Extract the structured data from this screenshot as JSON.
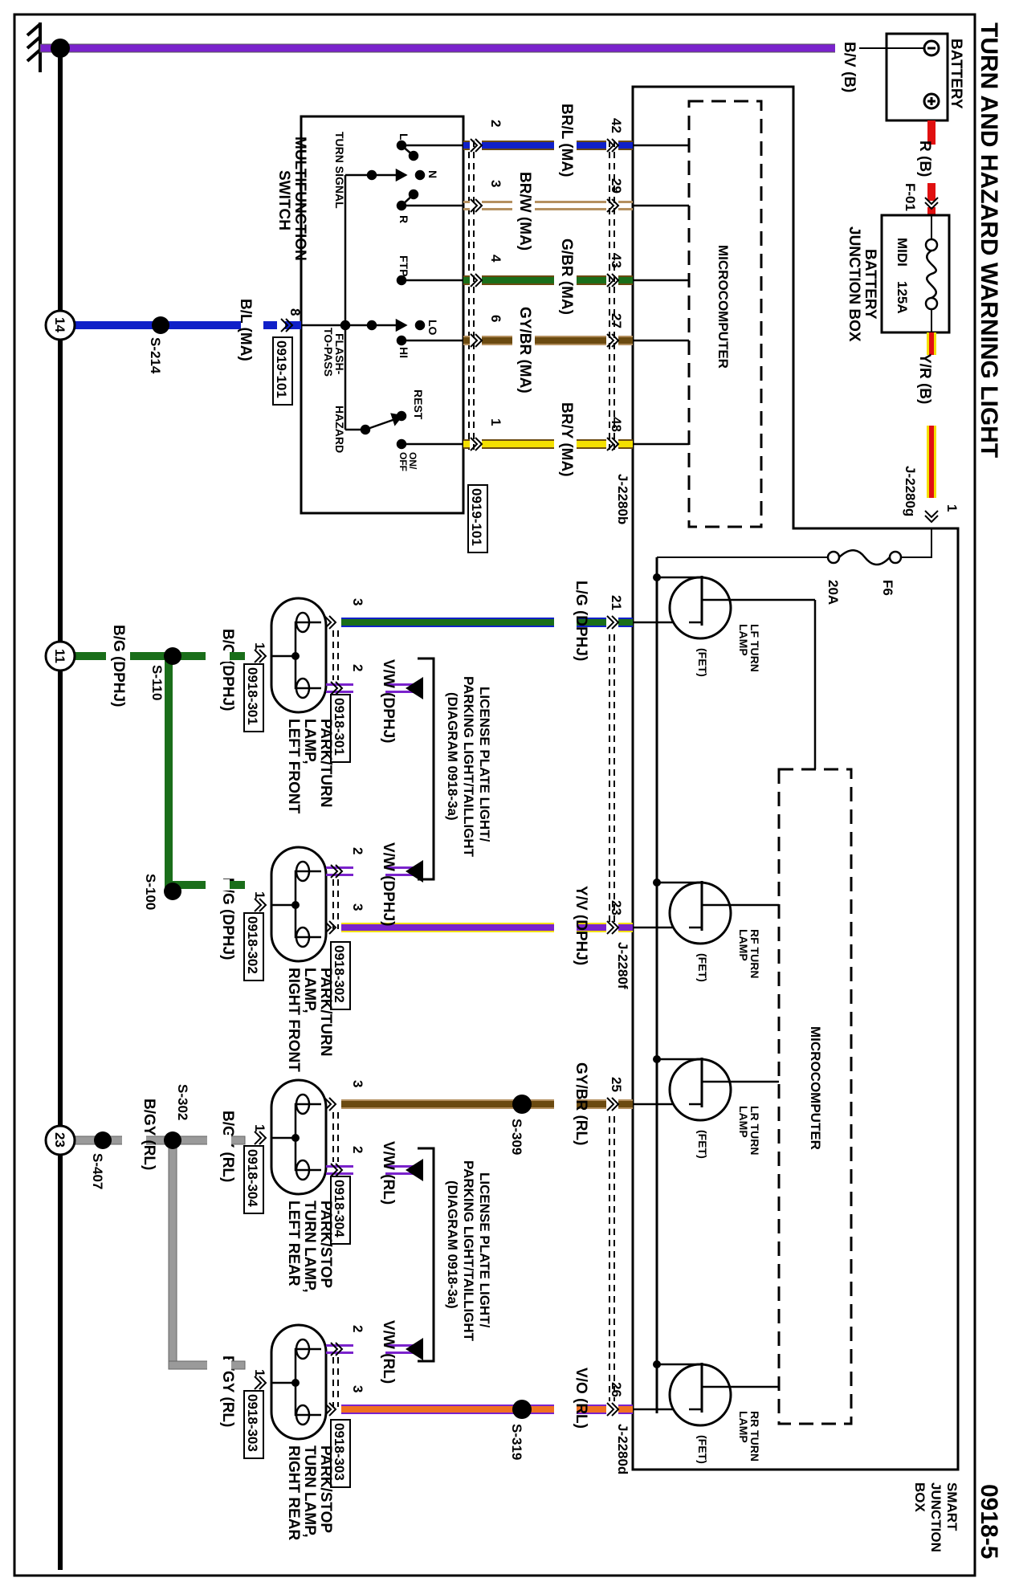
{
  "title": "TURN AND HAZARD WARNING LIGHT",
  "page_number": "0918-5",
  "colors": {
    "violet": "#7a22cc",
    "blue": "#1020c8",
    "brown": "#6b4a10",
    "green": "#1a6e1a",
    "yellow": "#f4e000",
    "red": "#e01010",
    "orange": "#f07020",
    "gray": "#9a9a9a",
    "tan": "#b49060"
  },
  "battery": {
    "label": "BATTERY",
    "neg_symbol": "⊖",
    "pos_symbol": "⊕",
    "ground_wire": "B/V (B)",
    "pos_wire": "R (B)"
  },
  "battery_junction_box": {
    "label_line1": "BATTERY",
    "label_line2": "JUNCTION BOX",
    "fuse_name": "MIDI",
    "fuse_rating": "125A",
    "connector": "F-01",
    "out_wire": "Y/R (B)"
  },
  "smart_junction_box": {
    "label_line1": "SMART",
    "label_line2": "JUNCTION",
    "label_line3": "BOX",
    "fuse_name": "F6",
    "fuse_rating": "20A",
    "feed_connector": "J-2280g",
    "feed_pin": "1",
    "microcomputer_upper": "MICROCOMPUTER",
    "microcomputer_lower": "MICROCOMPUTER",
    "lamps": [
      {
        "line1": "LF TURN",
        "line2": "LAMP",
        "type": "(FET)"
      },
      {
        "line1": "RF TURN",
        "line2": "LAMP",
        "type": "(FET)"
      },
      {
        "line1": "LR TURN",
        "line2": "LAMP",
        "type": "(FET)"
      },
      {
        "line1": "RR TURN",
        "line2": "LAMP",
        "type": "(FET)"
      }
    ]
  },
  "multifunction_switch": {
    "label_line1": "MULTIFUNCTION",
    "label_line2": "SWITCH",
    "turn_signal": "TURN SIGNAL",
    "flash_to_pass_1": "FLASH-",
    "flash_to_pass_2": "TO-PASS",
    "hazard": "HAZARD",
    "positions": {
      "l": "L",
      "n": "N",
      "r": "R",
      "ftp": "FTP",
      "lo": "LO",
      "hi": "HI",
      "rest": "REST",
      "onoff_1": "ON/",
      "onoff_2": "OFF"
    },
    "ground_pin": "8",
    "ground_wire": "B/L (MA)",
    "connector_ref": "0919-101",
    "connector_ref_b": "0919-101"
  },
  "ma_wires": [
    {
      "sw_pin": "2",
      "sjb_pin": "42",
      "label": "BR/L (MA)"
    },
    {
      "sw_pin": "3",
      "sjb_pin": "29",
      "label": "BR/W (MA)"
    },
    {
      "sw_pin": "4",
      "sjb_pin": "43",
      "label": "G/BR (MA)"
    },
    {
      "sw_pin": "6",
      "sjb_pin": "27",
      "label": "GY/BR (MA)"
    },
    {
      "sw_pin": "1",
      "sjb_pin": "48",
      "label": "BR/Y (MA)"
    }
  ],
  "ma_connector": "J-2280b",
  "lamp_wires": [
    {
      "sjb_pin": "21",
      "label": "L/G (DPHJ)",
      "lamp_pin": "3"
    },
    {
      "sjb_pin": "23",
      "label": "Y/V (DPHJ)",
      "lamp_pin": "3",
      "connector": "J-2280f"
    },
    {
      "sjb_pin": "25",
      "label": "GY/BR (RL)",
      "lamp_pin": "3",
      "splice": "S-309"
    },
    {
      "sjb_pin": "26",
      "label": "V/O (RL)",
      "lamp_pin": "3",
      "splice": "S-319",
      "connector": "J-2280d"
    }
  ],
  "lamps": [
    {
      "line1": "PARK/TURN",
      "line2": "LAMP,",
      "line3": "LEFT FRONT",
      "ref_in": "0918-301",
      "ref_out": "0918-301",
      "gnd_wire": "B/G (DPHJ)",
      "gnd_pin": "1",
      "park_pin": "2",
      "park_wire": "V/W (DPHJ)"
    },
    {
      "line1": "PARK/TURN",
      "line2": "LAMP,",
      "line3": "RIGHT FRONT",
      "ref_in": "0918-302",
      "ref_out": "0918-302",
      "gnd_wire": "B/G (DPHJ)",
      "gnd_pin": "1",
      "park_pin": "2",
      "park_wire": "V/W (DPHJ)"
    },
    {
      "line1": "PARK/STOP",
      "line2": "TURN LAMP,",
      "line3": "LEFT REAR",
      "ref_in": "0918-304",
      "ref_out": "0918-304",
      "gnd_wire": "B/GY (RL)",
      "gnd_pin": "1",
      "park_pin": "2",
      "park_wire": "V/W (RL)"
    },
    {
      "line1": "PARK/STOP",
      "line2": "TURN LAMP,",
      "line3": "RIGHT REAR",
      "ref_in": "0918-303",
      "ref_out": "0918-303",
      "gnd_wire": "B/GY (RL)",
      "gnd_pin": "1",
      "park_pin": "2",
      "park_wire": "V/W (RL)"
    }
  ],
  "license_ref": {
    "line1": "LICENSE PLATE LIGHT/",
    "line2": "PARKING LIGHT/TAILLIGHT",
    "line3": "(DIAGRAM 0918-3a)"
  },
  "ground_points": [
    {
      "id": "14",
      "splice": "S-214"
    },
    {
      "id": "11",
      "splice": "S-110",
      "splice2": "S-100",
      "wire": "B/G (DPHJ)"
    },
    {
      "id": "23",
      "splice": "S-407",
      "splice2": "S-302",
      "wire": "B/GY (RL)"
    }
  ]
}
